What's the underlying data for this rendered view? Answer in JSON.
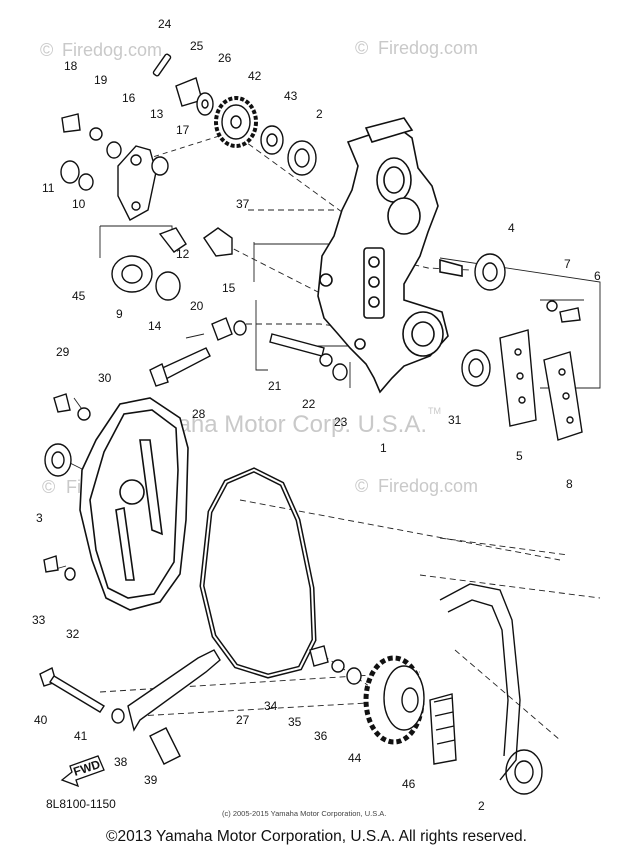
{
  "callouts": {
    "c1": "1",
    "c2a": "2",
    "c2b": "2",
    "c3": "3",
    "c4": "4",
    "c5": "5",
    "c6": "6",
    "c7": "7",
    "c8": "8",
    "c9": "9",
    "c10": "10",
    "c11": "11",
    "c12": "12",
    "c13": "13",
    "c14": "14",
    "c15": "15",
    "c16": "16",
    "c17": "17",
    "c18": "18",
    "c19": "19",
    "c20": "20",
    "c21": "21",
    "c22": "22",
    "c23": "23",
    "c24": "24",
    "c25": "25",
    "c26": "26",
    "c27": "27",
    "c28": "28",
    "c29": "29",
    "c30": "30",
    "c31": "31",
    "c32": "32",
    "c33": "33",
    "c34": "34",
    "c35": "35",
    "c36": "36",
    "c37": "37",
    "c38": "38",
    "c39": "39",
    "c40": "40",
    "c41": "41",
    "c42": "42",
    "c43": "43",
    "c44": "44",
    "c45": "45",
    "c46": "46"
  },
  "fwd_label": "FWD",
  "part_code": "8L8100-1150",
  "watermark": {
    "firedog": "Firedog.com",
    "copyright_symbol": "©",
    "center": "Yamaha Motor Corp. U.S.A.",
    "tm": "TM",
    "inner": "(c) 2005-2015 Yamaha Motor Corporation, U.S.A."
  },
  "footer_copyright": "©2013 Yamaha Motor Corporation, U.S.A. All rights reserved."
}
